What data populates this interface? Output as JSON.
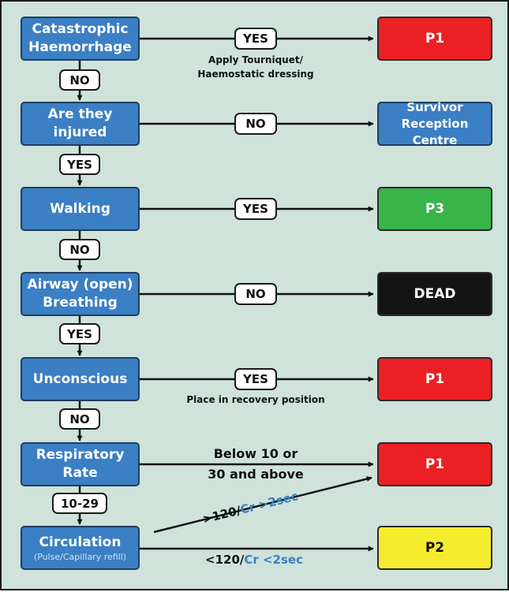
{
  "questions": {
    "catastrophic": {
      "line1": "Catastrophic",
      "line2": "Haemorrhage"
    },
    "injured": {
      "line1": "Are they",
      "line2": "injured"
    },
    "walking": {
      "line1": "Walking"
    },
    "airway": {
      "line1": "Airway (open)",
      "line2": "Breathing"
    },
    "unconscious": {
      "line1": "Unconscious"
    },
    "respiratory": {
      "line1": "Respiratory",
      "line2": "Rate"
    },
    "circulation": {
      "line1": "Circulation",
      "sub": "(Pulse/Capillary refill)"
    }
  },
  "outcomes": {
    "p1_haemorrhage": "P1",
    "survivor": {
      "line1": "Survivor",
      "line2": "Reception Centre"
    },
    "p3": "P3",
    "dead": "DEAD",
    "p1_unconscious": "P1",
    "p1_respiratory": "P1",
    "p2": "P2"
  },
  "answers": {
    "catastrophic_yes": "YES",
    "catastrophic_no": "NO",
    "injured_no": "NO",
    "injured_yes": "YES",
    "walking_yes": "YES",
    "walking_no": "NO",
    "airway_no": "NO",
    "airway_yes": "YES",
    "unconscious_yes": "YES",
    "unconscious_no": "NO",
    "respiratory_normal": "10-29"
  },
  "notes": {
    "tourniquet": {
      "line1": "Apply Tourniquet/",
      "line2": "Haemostatic dressing"
    },
    "recovery": "Place in recovery position",
    "rate": {
      "line1": "Below 10 or",
      "line2": "30 and above"
    },
    "circ_high": {
      "pulse": ">120/",
      "cr": "Cr >2sec"
    },
    "circ_low": {
      "pulse": "<120/",
      "cr": "Cr <2sec"
    }
  },
  "colors": {
    "question_box": "#3b7fc4",
    "p1": "#ec2024",
    "p2": "#f5ec2e",
    "p3": "#38b449",
    "dead": "#141414",
    "survivor": "#3b7fc4",
    "background": "#cfe3da"
  }
}
